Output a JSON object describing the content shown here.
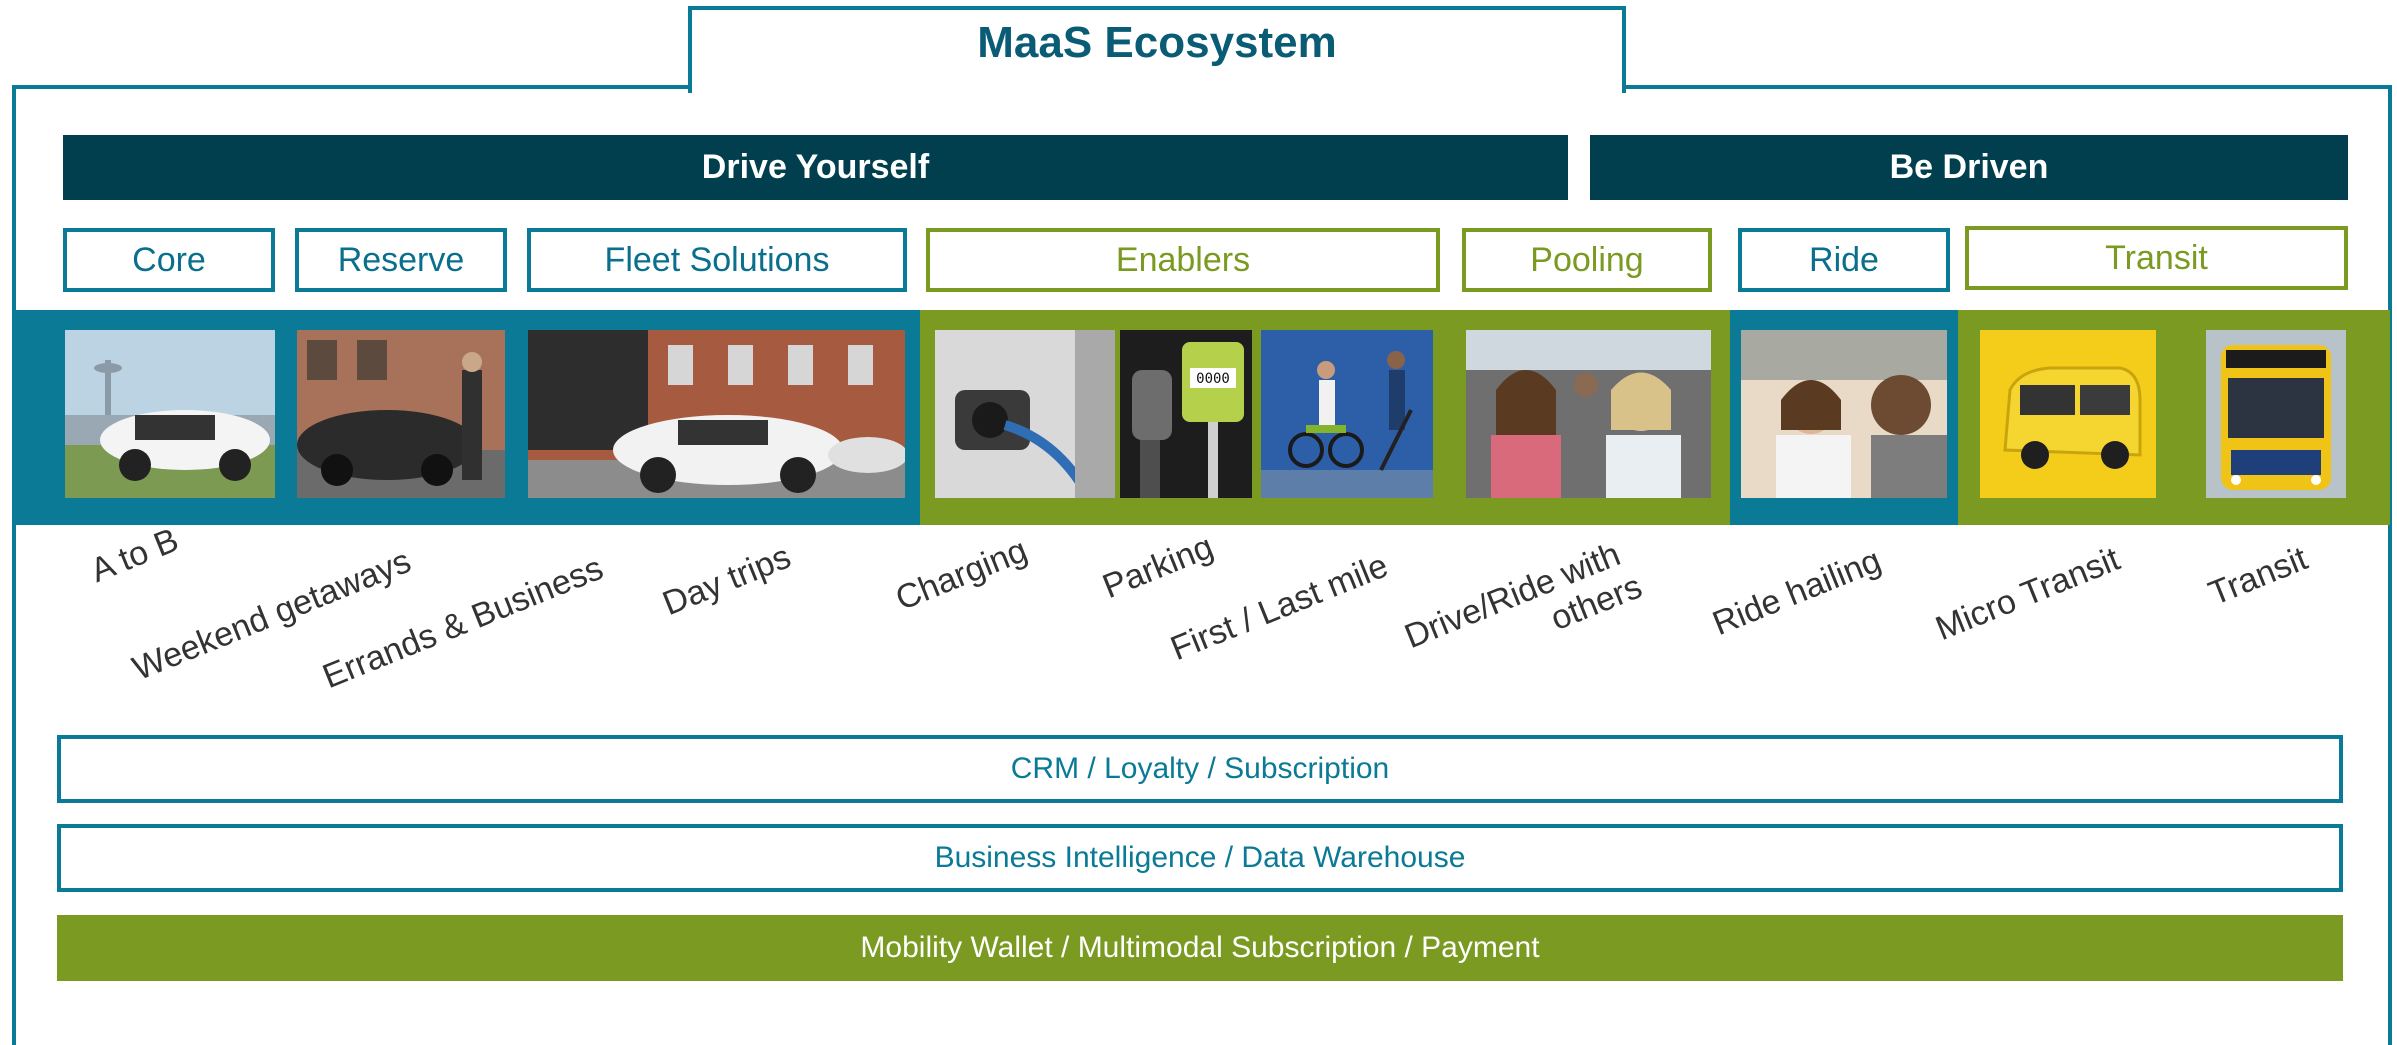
{
  "title": "MaaS Ecosystem",
  "bands": {
    "drive_yourself": "Drive Yourself",
    "be_driven": "Be Driven"
  },
  "categories": {
    "core": "Core",
    "reserve": "Reserve",
    "fleet": "Fleet Solutions",
    "enablers": "Enablers",
    "pooling": "Pooling",
    "ride": "Ride",
    "transit": "Transit"
  },
  "use_cases": {
    "a_to_b": "A to B",
    "weekend": "Weekend getaways",
    "errands": "Errands & Business",
    "day_trips": "Day trips",
    "charging": "Charging",
    "parking": "Parking",
    "first_last": "First / Last mile",
    "drive_ride_1": "Drive/Ride with",
    "drive_ride_2": "others",
    "ride_hailing": "Ride hailing",
    "micro_transit": "Micro Transit",
    "transit": "Transit"
  },
  "bars": {
    "crm": "CRM / Loyalty / Subscription",
    "bi": "Business Intelligence / Data Warehouse",
    "wallet": "Mobility Wallet / Multimodal Subscription / Payment"
  },
  "photo_labels": {
    "meter": "0000"
  },
  "colors": {
    "teal": "#0a7a96",
    "dark_teal": "#013f4e",
    "green": "#7a9a21"
  }
}
